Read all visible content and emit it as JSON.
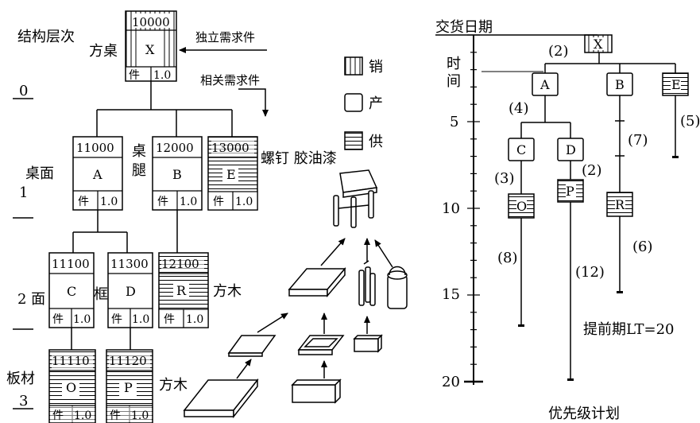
{
  "bom": {
    "level_title": "结构层次",
    "levels": [
      "0",
      "1",
      "2",
      "3"
    ],
    "independent_label": "独立需求件",
    "dependent_label": "相关需求件",
    "nodes": {
      "X": {
        "code": "10000",
        "letter": "X",
        "unit": "件",
        "qty": "1.0",
        "name": "方桌"
      },
      "A": {
        "code": "11000",
        "letter": "A",
        "unit": "件",
        "qty": "1.0",
        "name": "桌面"
      },
      "B": {
        "code": "12000",
        "letter": "B",
        "unit": "件",
        "qty": "1.0",
        "name1": "桌",
        "name2": "腿"
      },
      "E": {
        "code": "13000",
        "letter": "E",
        "unit": "件",
        "qty": "1.0",
        "name": "螺钉 胶油漆"
      },
      "C": {
        "code": "11100",
        "letter": "C",
        "unit": "件",
        "qty": "1.0",
        "name": "2 面"
      },
      "D": {
        "code": "11300",
        "letter": "D",
        "unit": "件",
        "qty": "1.0",
        "name": "框"
      },
      "R": {
        "code": "12100",
        "letter": "R",
        "unit": "件",
        "qty": "1.0",
        "name": "方木"
      },
      "O": {
        "code": "11110",
        "letter": "O",
        "unit": "件",
        "qty": "1.0",
        "name": "板材"
      },
      "P": {
        "code": "11120",
        "letter": "P",
        "unit": "件",
        "qty": "1.0",
        "name": "方木"
      }
    }
  },
  "legend": {
    "sell": "销",
    "produce": "产",
    "supply": "供"
  },
  "schedule": {
    "delivery_label": "交货日期",
    "time_label_1": "时",
    "time_label_2": "间",
    "ticks": [
      "5",
      "10",
      "15",
      "20"
    ],
    "nodes": [
      "X",
      "A",
      "B",
      "E",
      "C",
      "D",
      "O",
      "P",
      "R"
    ],
    "durations": {
      "X": "(2)",
      "A": "(4)",
      "B": "(7)",
      "E": "(5)",
      "C": "(3)",
      "D": "(2)",
      "O": "(8)",
      "P": "(12)",
      "R": "(6)"
    },
    "lead_time_label": "提前期LT=20",
    "plan_label": "优先级计划"
  }
}
